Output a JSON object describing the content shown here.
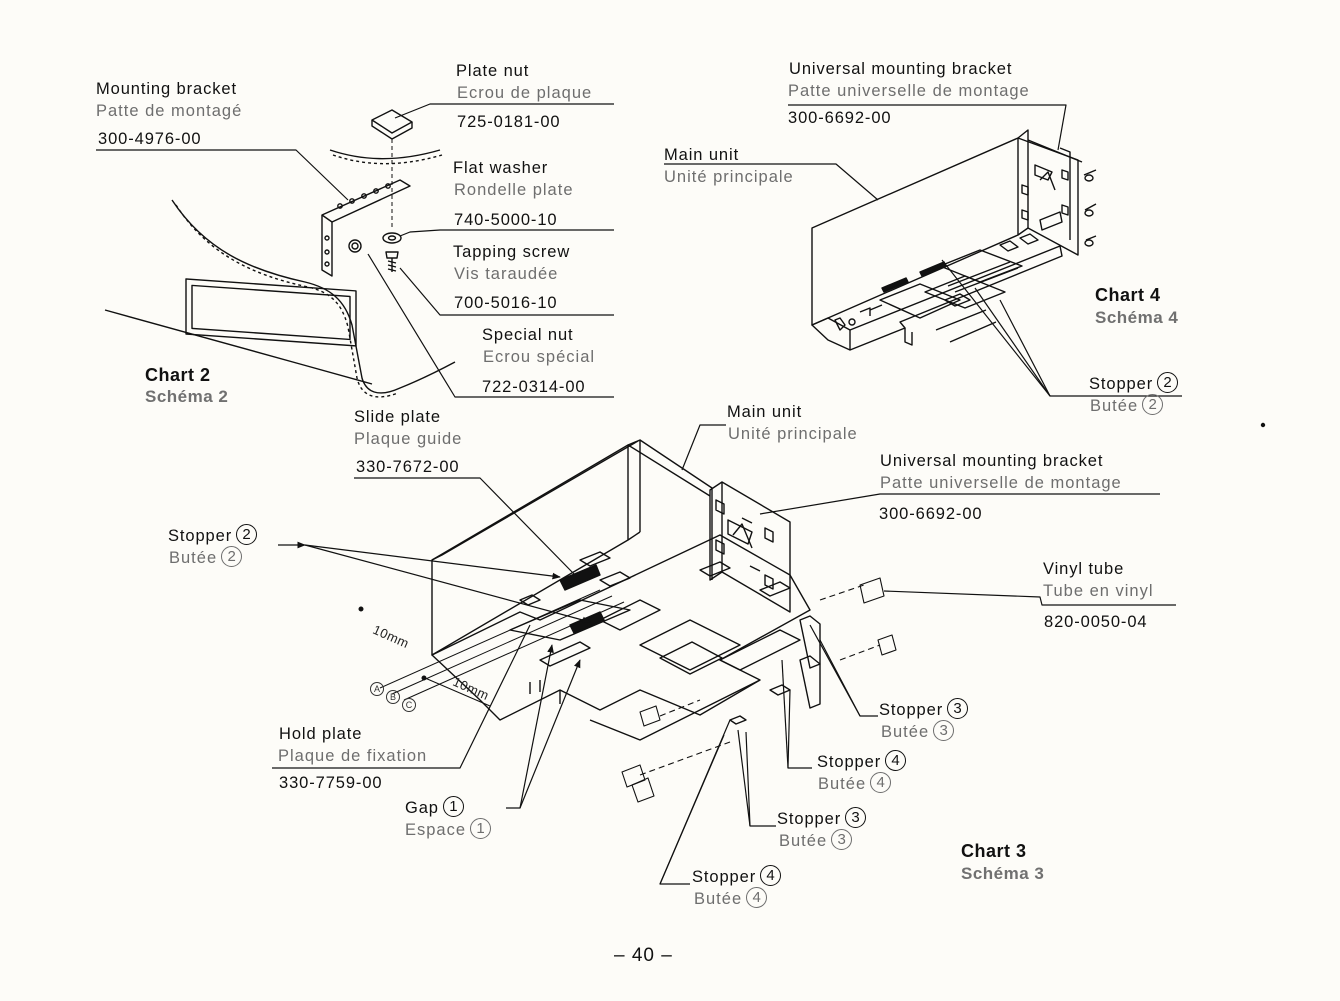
{
  "chart2": {
    "title": "Chart 2",
    "subtitle": "Schéma 2",
    "parts": [
      {
        "en": "Mounting bracket",
        "fr": "Patte de montagé",
        "pn": "300-4976-00"
      },
      {
        "en": "Plate nut",
        "fr": "Ecrou de plaque",
        "pn": "725-0181-00"
      },
      {
        "en": "Flat washer",
        "fr": "Rondelle plate",
        "pn": "740-5000-10"
      },
      {
        "en": "Tapping screw",
        "fr": "Vis taraudée",
        "pn": "700-5016-10"
      },
      {
        "en": "Special nut",
        "fr": "Ecrou spécial",
        "pn": "722-0314-00"
      }
    ]
  },
  "chart4": {
    "title": "Chart 4",
    "subtitle": "Schéma 4",
    "bracket": {
      "en": "Universal mounting bracket",
      "fr": "Patte universelle de montage",
      "pn": "300-6692-00"
    },
    "main_unit": {
      "en": "Main unit",
      "fr": "Unité principale"
    },
    "stopper": {
      "en": "Stopper",
      "fr": "Butée",
      "num": "2"
    }
  },
  "chart3": {
    "title": "Chart 3",
    "subtitle": "Schéma 3",
    "slide_plate": {
      "en": "Slide plate",
      "fr": "Plaque guide",
      "pn": "330-7672-00"
    },
    "main_unit": {
      "en": "Main unit",
      "fr": "Unité principale"
    },
    "bracket": {
      "en": "Universal mounting bracket",
      "fr": "Patte universelle de montage",
      "pn": "300-6692-00"
    },
    "vinyl_tube": {
      "en": "Vinyl tube",
      "fr": "Tube en vinyl",
      "pn": "820-0050-04"
    },
    "stopper_2": {
      "en": "Stopper",
      "fr": "Butée",
      "num": "2"
    },
    "hold_plate": {
      "en": "Hold plate",
      "fr": "Plaque de fixation",
      "pn": "330-7759-00"
    },
    "gap_1": {
      "en": "Gap",
      "fr": "Espace",
      "num": "1"
    },
    "stopper_3a": {
      "en": "Stopper",
      "fr": "Butée",
      "num": "3"
    },
    "stopper_4a": {
      "en": "Stopper",
      "fr": "Butée",
      "num": "4"
    },
    "stopper_3b": {
      "en": "Stopper",
      "fr": "Butée",
      "num": "3"
    },
    "stopper_4b": {
      "en": "Stopper",
      "fr": "Butée",
      "num": "4"
    },
    "dim_1": "10mm",
    "dim_2": "10mm",
    "hole_a": "A",
    "hole_b": "B",
    "hole_c": "C"
  },
  "page_number": "– 40 –"
}
